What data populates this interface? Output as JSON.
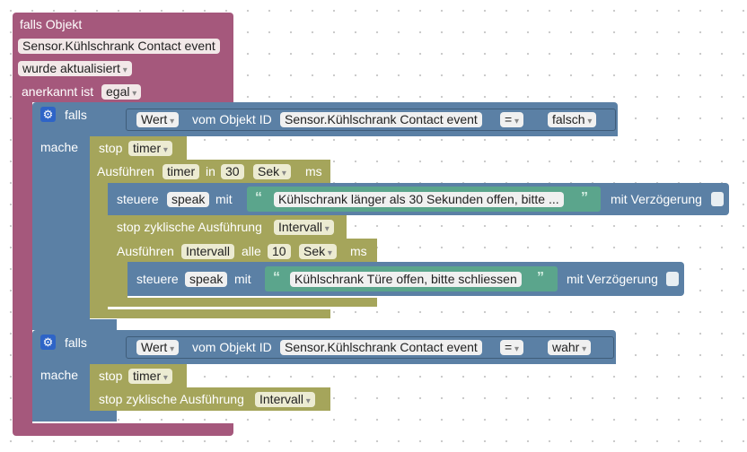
{
  "trigger": {
    "header": "falls Objekt",
    "object_id": "Sensor.Kühlschrank Contact event",
    "mode": "wurde aktualisiert",
    "ack_label": "anerkannt ist",
    "ack_value": "egal"
  },
  "if1": {
    "falls": "falls",
    "mache": "mache",
    "value_field": "Wert",
    "from_label": "vom Objekt ID",
    "object_id": "Sensor.Kühlschrank Contact event",
    "operator": "=",
    "compare_value": "falsch",
    "stop_label": "stop",
    "stop_var": "timer",
    "exec_label": "Ausführen",
    "exec_var": "timer",
    "in_label": "in",
    "delay_value": "30",
    "unit": "Sek",
    "ms_label": "ms",
    "control1": {
      "label": "steuere",
      "target": "speak",
      "with_label": "mit",
      "text": "Kühlschrank länger als 30 Sekunden offen, bitte ...",
      "delay_label": "mit Verzögerung"
    },
    "stop_interval_label": "stop zyklische Ausführung",
    "stop_interval_var": "Intervall",
    "interval_exec_label": "Ausführen",
    "interval_var": "Intervall",
    "every_label": "alle",
    "interval_value": "10",
    "interval_unit": "Sek",
    "interval_ms_label": "ms",
    "control2": {
      "label": "steuere",
      "target": "speak",
      "with_label": "mit",
      "text": "Kühlschrank Türe offen, bitte schliessen",
      "delay_label": "mit Verzögerung"
    }
  },
  "if2": {
    "falls": "falls",
    "mache": "mache",
    "value_field": "Wert",
    "from_label": "vom Objekt ID",
    "object_id": "Sensor.Kühlschrank Contact event",
    "operator": "=",
    "compare_value": "wahr",
    "stop_label": "stop",
    "stop_var": "timer",
    "stop_interval_label": "stop zyklische Ausführung",
    "stop_interval_var": "Intervall"
  },
  "quote_open": "“",
  "quote_close": "”",
  "icons": {
    "settings": "gear-icon",
    "dropdown": "dropdown-arrow-icon"
  },
  "colors": {
    "trigger": "#a5587c",
    "control": "#5b80a5",
    "action": "#a5a55b",
    "text": "#5ba58c"
  }
}
